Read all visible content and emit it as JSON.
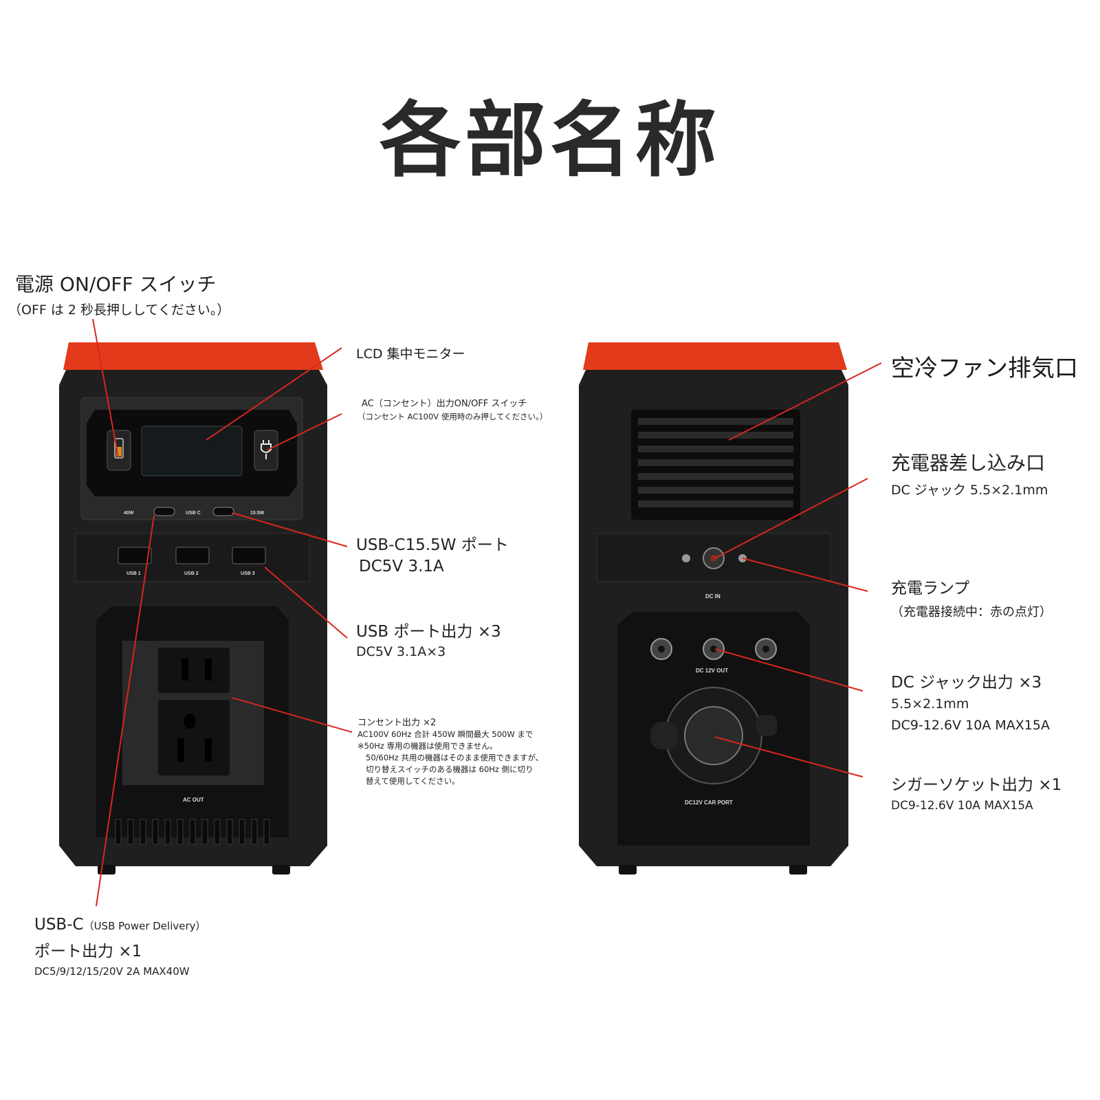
{
  "title": "各部名称",
  "front_labels": {
    "power_switch": {
      "line1": "電源 ON/OFF スイッチ",
      "line2": "（OFF は 2 秒長押ししてください。）"
    },
    "lcd": "LCD 集中モニター",
    "ac_switch": {
      "line1": "AC（コンセント）出力ON/OFF スイッチ",
      "line2": "（コンセント AC100V 使用時のみ押してください。）"
    },
    "usbc_15w": {
      "line1": "USB-C15.5W ポート",
      "line2": "DC5V 3.1A"
    },
    "usb_ports": {
      "line1": "USB ポート出力 ×3",
      "line2": "DC5V 3.1A×3"
    },
    "outlet": {
      "line1": "コンセント出力 ×2",
      "line2": "AC100V 60Hz 合計 450W 瞬間最大 500W まで",
      "line3": "※50Hz 専用の機器は使用できません。",
      "line4": "50/60Hz 共用の機器はそのまま使用できますが、",
      "line5": "切り替えスイッチのある機器は 60Hz 側に切り",
      "line6": "替えて使用してください。"
    },
    "usbc_pd": {
      "line1a": "USB-C",
      "line1b": "（USB Power Delivery）",
      "line2": "ポート出力 ×1",
      "line3": "DC5/9/12/15/20V 2A  MAX40W"
    }
  },
  "rear_labels": {
    "fan": "空冷ファン排気口",
    "charger": {
      "line1": "充電器差し込み口",
      "line2": "DC ジャック 5.5×2.1mm"
    },
    "lamp": {
      "line1": "充電ランプ",
      "line2": "（充電器接続中：赤の点灯）"
    },
    "dc_jack": {
      "line1": "DC ジャック出力 ×3",
      "line2": "5.5×2.1mm",
      "line3": "DC9-12.6V 10A  MAX15A"
    },
    "cigar": {
      "line1": "シガーソケット出力 ×1",
      "line2": "DC9-12.6V 10A  MAX15A"
    }
  },
  "device_text": {
    "front": {
      "w40": "40W",
      "usbc": "USB C",
      "w155": "15.5W",
      "usb1": "USB 1",
      "usb2": "USB 2",
      "usb3": "USB 3",
      "ac_out": "AC OUT"
    },
    "rear": {
      "dc_in": "DC IN",
      "dc12_out": "DC 12V OUT",
      "car_port": "DC12V CAR PORT"
    }
  },
  "colors": {
    "accent": "#e23a1a",
    "body": "#1e1e1e",
    "pointer": "#d9261c"
  }
}
